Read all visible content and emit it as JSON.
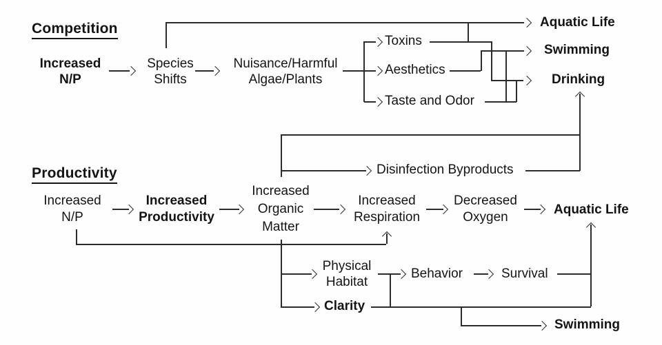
{
  "competition": {
    "title": "Competition",
    "nodes": {
      "increased_np": "Increased\nN/P",
      "species_shifts": "Species\nShifts",
      "nuisance_algae": "Nuisance/Harmful\nAlgae/Plants",
      "toxins": "Toxins",
      "aesthetics": "Aesthetics",
      "taste_and_odor": "Taste and Odor",
      "aquatic_life": "Aquatic Life",
      "swimming": "Swimming",
      "drinking": "Drinking"
    },
    "edges": [
      "Increased N/P -> Species Shifts",
      "Species Shifts -> Nuisance/Harmful Algae/Plants",
      "Species Shifts -> Aquatic Life",
      "Nuisance/Harmful Algae/Plants -> Toxins",
      "Nuisance/Harmful Algae/Plants -> Aesthetics",
      "Nuisance/Harmful Algae/Plants -> Taste and Odor",
      "Toxins -> Aquatic Life",
      "Toxins -> Drinking",
      "Aesthetics -> Swimming",
      "Taste and Odor -> Swimming",
      "Taste and Odor -> Drinking"
    ]
  },
  "productivity": {
    "title": "Productivity",
    "nodes": {
      "increased_np": "Increased\nN/P",
      "increased_productivity": "Increased\nProductivity",
      "organic_matter": "Increased\nOrganic\nMatter",
      "disinfection_byproducts": "Disinfection Byproducts",
      "increased_respiration": "Increased\nRespiration",
      "decreased_oxygen": "Decreased\nOxygen",
      "aquatic_life": "Aquatic Life",
      "physical_habitat": "Physical\nHabitat",
      "clarity": "Clarity",
      "behavior": "Behavior",
      "survival": "Survival",
      "swimming": "Swimming"
    },
    "edges": [
      "Increased N/P -> Increased Productivity",
      "Increased Productivity -> Increased Organic Matter",
      "Increased N/P -> Increased Respiration",
      "Increased Organic Matter -> Increased Respiration",
      "Increased Respiration -> Decreased Oxygen",
      "Decreased Oxygen -> Aquatic Life",
      "Increased Organic Matter -> Disinfection Byproducts",
      "Increased Organic Matter -> Drinking",
      "Disinfection Byproducts -> Drinking",
      "Increased Organic Matter -> Physical Habitat",
      "Increased Organic Matter -> Clarity",
      "Physical Habitat -> Behavior",
      "Clarity -> Behavior",
      "Behavior -> Survival",
      "Survival -> Aquatic Life",
      "Clarity -> Aquatic Life",
      "Clarity -> Swimming"
    ]
  }
}
